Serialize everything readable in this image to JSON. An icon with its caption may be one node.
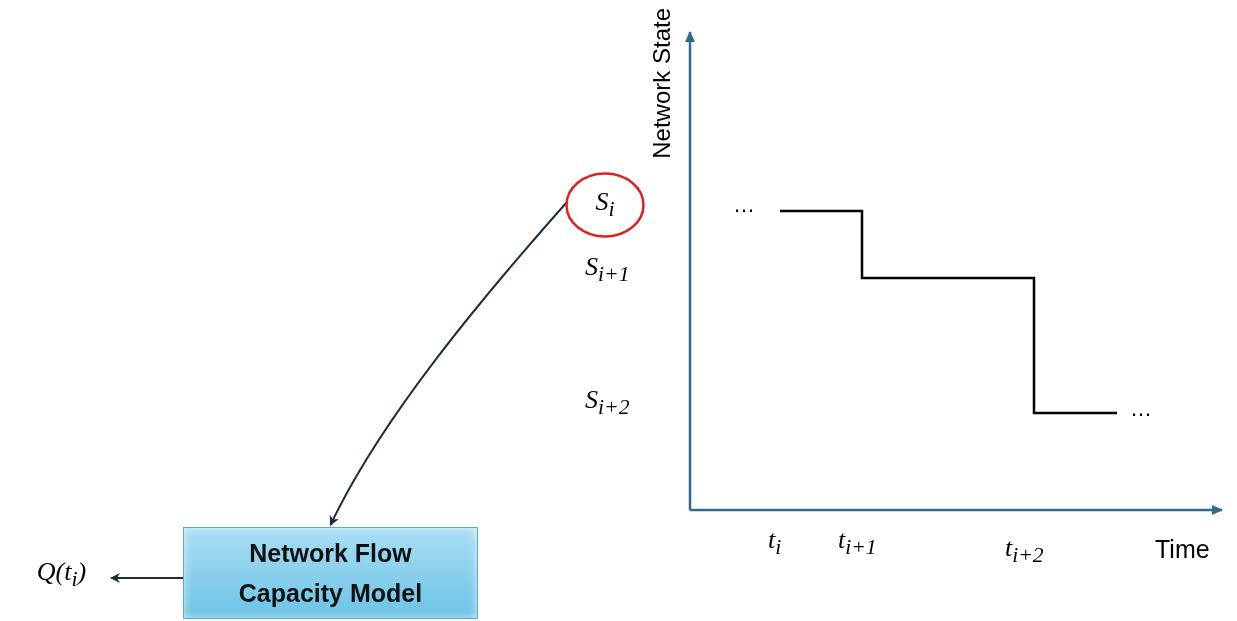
{
  "diagram": {
    "nodes": [
      {
        "text": [
          "S$_{i}$"
        ]
      },
      {
        "text": [
          "Network Flow Capacity Model"
        ]
      },
      {
        "text": [
          "Q(t$_{i}$)"
        ]
      }
    ],
    "edges": [
      {
        "from": 0,
        "to": 1,
        "arrow": "to"
      },
      {
        "from": 1,
        "to": 2,
        "arrow": "to"
      }
    ],
    "labels": [
      "Network State",
      "…",
      "S$_{i+1}$",
      "S$_{i+2}$",
      "…",
      "t$_{i}$",
      "t$_{i+1}$",
      "t$_{i+2}$",
      "Time"
    ]
  }
}
